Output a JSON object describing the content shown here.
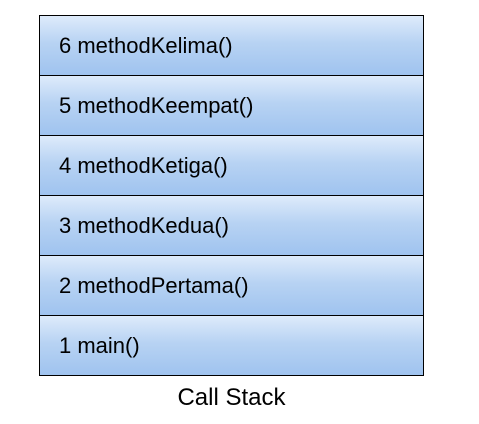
{
  "stack": {
    "frames": [
      "6 methodKelima()",
      "5 methodKeempat()",
      "4 methodKetiga()",
      "3 methodKedua()",
      "2 methodPertama()",
      "1 main()"
    ],
    "caption": "Call Stack"
  },
  "colors": {
    "frame_fill_top": "#deebfb",
    "frame_fill_bottom": "#9fc3ef",
    "border": "#000000"
  }
}
